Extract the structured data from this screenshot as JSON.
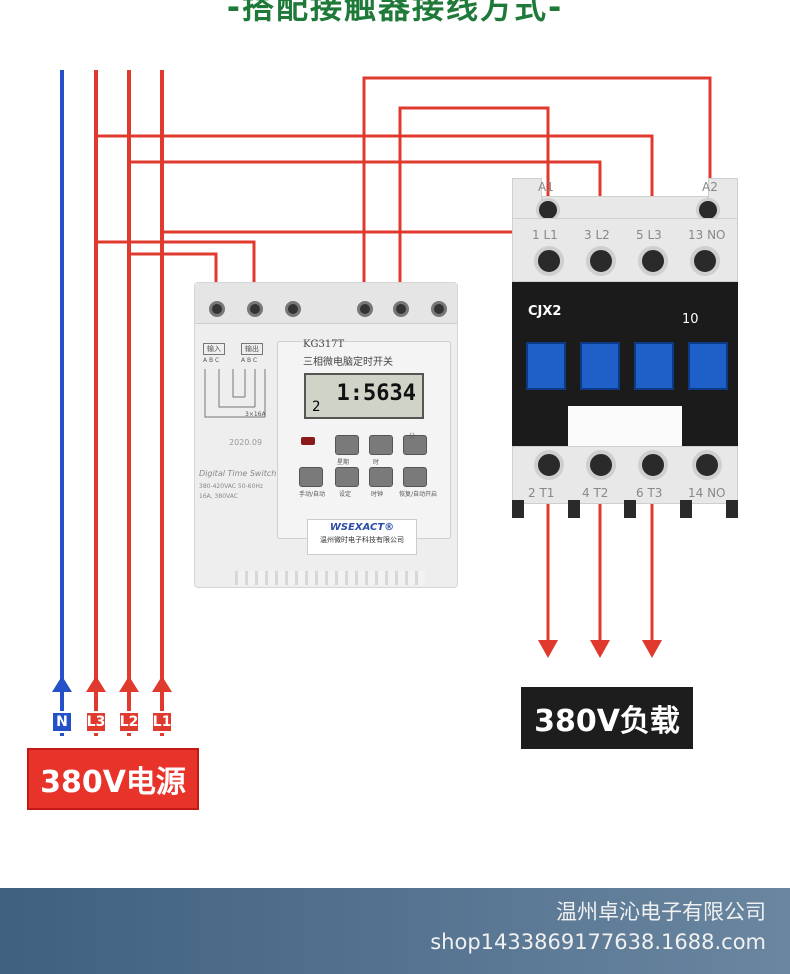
{
  "title": "-搭配接触器接线方式-",
  "colors": {
    "live_wire": "#e03a2f",
    "neutral_wire": "#2450c8",
    "source_box": "#e8332b",
    "load_box": "#1d1d1d",
    "title_text": "#1f7a3a"
  },
  "source": {
    "label": "380V电源",
    "terminals": [
      "N",
      "L3",
      "L2",
      "L1"
    ]
  },
  "load": {
    "label": "380V负载"
  },
  "timer": {
    "model": "KG317T",
    "name": "三相微电脑定时开关",
    "input_label": "输入",
    "output_label": "输出",
    "input_phases": "A  B  C",
    "output_phases": "A  B  C",
    "rating_small": "3×16A",
    "date_code": "2020.09",
    "lcd_time": "1:5634",
    "lcd_day": "2",
    "series_label": "Digital Time Switch",
    "spec_voltage": "380-420VAC   50-60Hz",
    "spec_current": "16A, 380VAC",
    "buttons": [
      "星期",
      "时",
      "分",
      "手动/自动",
      "设定",
      "时钟",
      "恢复/自动开启"
    ],
    "brand": "WSEXACT®",
    "company": "温州微时电子科技有限公司"
  },
  "contactor": {
    "model": "CJX2",
    "variant": "10",
    "top_labels": [
      "A1",
      "A2",
      "1 L1",
      "3 L2",
      "5 L3",
      "13 NO"
    ],
    "bottom_labels": [
      "2 T1",
      "4 T2",
      "6 T3",
      "14 NO"
    ]
  },
  "footer": {
    "company": "温州卓沁电子有限公司",
    "shop_url": "shop1433869177638.1688.com"
  }
}
